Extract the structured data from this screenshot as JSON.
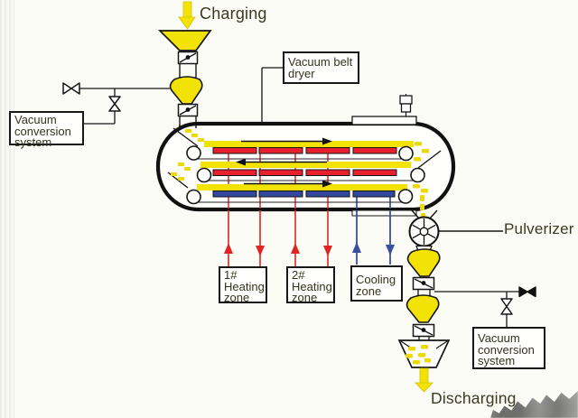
{
  "title": "Vacuum belt dryer process diagram",
  "labels": {
    "charging": "Charging",
    "pulverizer": "Pulverizer",
    "discharging": "Discharging"
  },
  "boxes": {
    "vacuum_conversion_left": "Vacuum\nconversion\nsystem",
    "vacuum_belt_dryer": "Vacuum belt\ndryer",
    "heating_zone_1": "1#\nHeating\nzone",
    "heating_zone_2": "2#\nHeating\nzone",
    "cooling_zone": "Cooling\nzone",
    "vacuum_conversion_right": "Vacuum\nconversion\nsystem"
  },
  "colors": {
    "product_yellow": "#f2e205",
    "heater_red": "#e8202e",
    "cooler_blue": "#33479f",
    "flow_red": "#e02424",
    "flow_blue": "#3a4fa0",
    "line_black": "#161616",
    "text_olive": "#3a3a23"
  },
  "icons": {
    "charging_flow": "yellow-down-arrow",
    "discharging_flow": "yellow-down-arrow",
    "rotary_valve": "box-with-diagonal-and-dot",
    "isolation_valve": "bowtie-valve",
    "vacuum_valve": "hourglass-valve",
    "pulverizer": "circle-with-spokes",
    "belt_direction": "black-arrow"
  }
}
